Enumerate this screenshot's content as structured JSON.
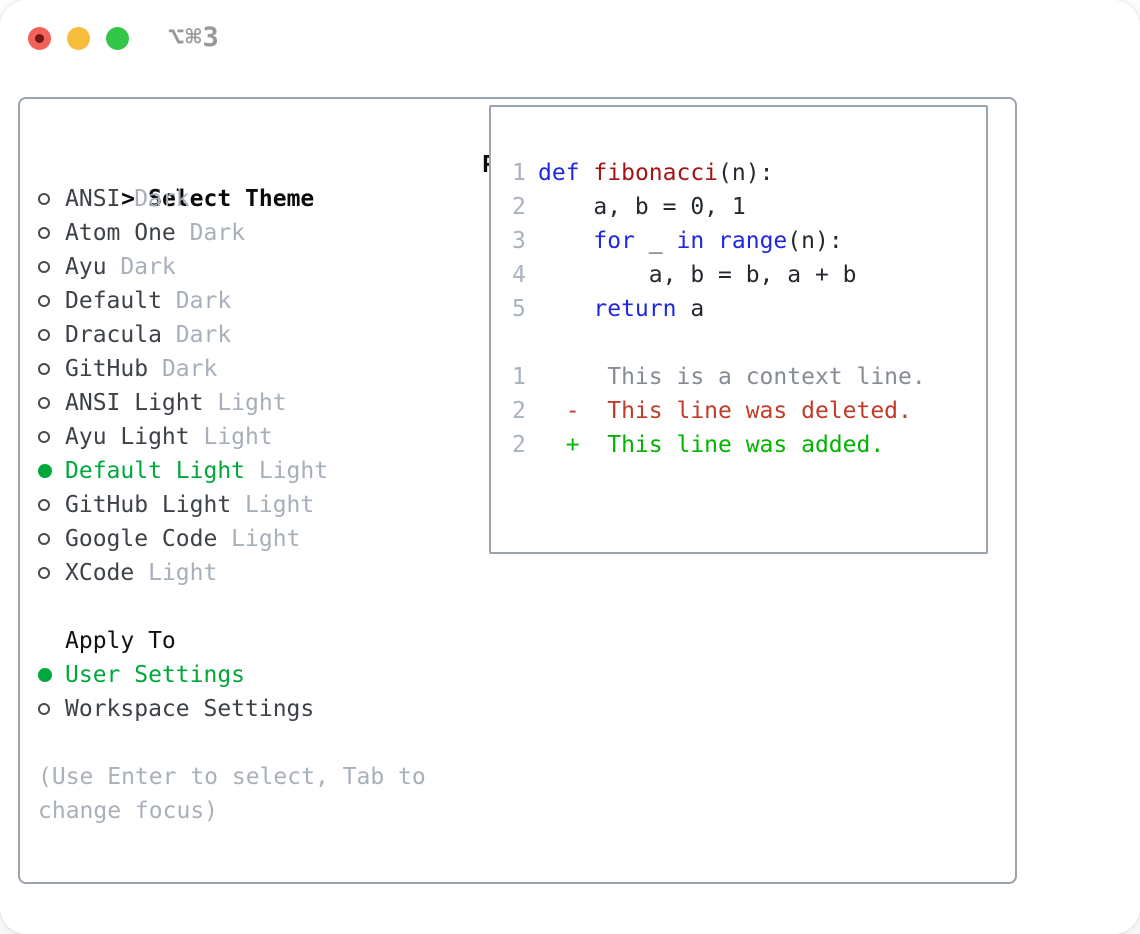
{
  "window": {
    "shortcut": "⌥⌘3",
    "traffic_lights": {
      "close_color": "#f4605a",
      "close_dot_color": "#701812",
      "minimize_color": "#f7bd3c",
      "zoom_color": "#33c648"
    }
  },
  "theme_panel": {
    "title_prompt": ">",
    "title": "Select Theme",
    "themes": [
      {
        "label": "ANSI",
        "variant": "Dark",
        "selected": false
      },
      {
        "label": "Atom One",
        "variant": "Dark",
        "selected": false
      },
      {
        "label": "Ayu",
        "variant": "Dark",
        "selected": false
      },
      {
        "label": "Default",
        "variant": "Dark",
        "selected": false
      },
      {
        "label": "Dracula",
        "variant": "Dark",
        "selected": false
      },
      {
        "label": "GitHub",
        "variant": "Dark",
        "selected": false
      },
      {
        "label": "ANSI Light",
        "variant": "Light",
        "selected": false
      },
      {
        "label": "Ayu Light",
        "variant": "Light",
        "selected": false
      },
      {
        "label": "Default Light",
        "variant": "Light",
        "selected": true
      },
      {
        "label": "GitHub Light",
        "variant": "Light",
        "selected": false
      },
      {
        "label": "Google Code",
        "variant": "Light",
        "selected": false
      },
      {
        "label": "XCode",
        "variant": "Light",
        "selected": false
      }
    ],
    "apply_to": {
      "title": "Apply To",
      "options": [
        {
          "label": "User Settings",
          "selected": true
        },
        {
          "label": "Workspace Settings",
          "selected": false
        }
      ]
    },
    "help_lines": [
      "(Use Enter to select, Tab to",
      "change focus)"
    ]
  },
  "preview": {
    "title": "Preview",
    "code_lines": [
      {
        "num": "1",
        "segments": [
          {
            "text": "def",
            "style": "keyword"
          },
          {
            "text": " ",
            "style": "plain"
          },
          {
            "text": "fibonacci",
            "style": "function"
          },
          {
            "text": "(n):",
            "style": "plain"
          }
        ]
      },
      {
        "num": "2",
        "segments": [
          {
            "text": "    a, b = 0, 1",
            "style": "plain"
          }
        ]
      },
      {
        "num": "3",
        "segments": [
          {
            "text": "    ",
            "style": "plain"
          },
          {
            "text": "for",
            "style": "keyword"
          },
          {
            "text": " _ ",
            "style": "plain"
          },
          {
            "text": "in",
            "style": "keyword"
          },
          {
            "text": " ",
            "style": "plain"
          },
          {
            "text": "range",
            "style": "keyword"
          },
          {
            "text": "(n):",
            "style": "plain"
          }
        ]
      },
      {
        "num": "4",
        "segments": [
          {
            "text": "        a, b = b, a + b",
            "style": "plain"
          }
        ]
      },
      {
        "num": "5",
        "segments": [
          {
            "text": "    ",
            "style": "plain"
          },
          {
            "text": "return",
            "style": "keyword"
          },
          {
            "text": " a",
            "style": "plain"
          }
        ]
      },
      {
        "num": "",
        "segments": []
      },
      {
        "num": "1",
        "segments": [
          {
            "text": "     This is a context line.",
            "style": "context"
          }
        ]
      },
      {
        "num": "2",
        "segments": [
          {
            "text": "  -  This line was deleted.",
            "style": "deleted"
          }
        ]
      },
      {
        "num": "2",
        "segments": [
          {
            "text": "  +  This line was added.",
            "style": "added"
          }
        ]
      }
    ]
  },
  "colors": {
    "selection_green": "#00a83c",
    "keyword_blue": "#1f28e0",
    "function_red": "#a31515",
    "deleted_red": "#c23a28",
    "added_green": "#00b400",
    "muted_gray": "#a8b0ba",
    "border_gray": "#9aa3ae"
  }
}
